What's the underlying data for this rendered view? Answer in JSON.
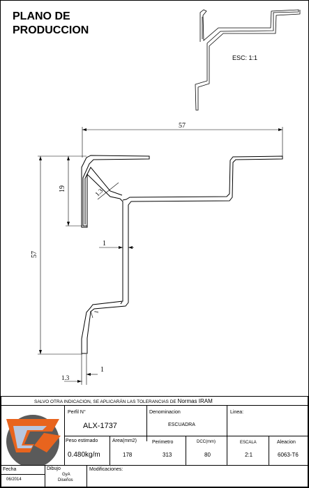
{
  "header": {
    "title_line1": "PLANO DE",
    "title_line2": "PRODUCCION",
    "thumbnail_scale": "ESC: 1:1"
  },
  "dimensions": {
    "overall_width": "57",
    "overall_height": "57",
    "upper_leg": "19",
    "wall_thickness_top": "1.3",
    "web_thickness": "1",
    "lower_thickness": "1",
    "bottom_offset": "1.3",
    "bottom_gap": "1"
  },
  "title_block": {
    "tolerance_notice": "SALVO OTRA INDICACION, SE APLICARÁN LAS TOLERANCIAS DE",
    "tolerance_standard": "Normas IRAM",
    "perfil_label": "Perfil  N°",
    "perfil_value": "ALX-1737",
    "denominacion_label": "Denominacion",
    "denominacion_value": "ESCUADRA",
    "linea_label": "Linea:",
    "linea_value": "",
    "peso_label": "Peso  estimado",
    "peso_value": "0.480kg/m",
    "area_label": "Area(mm2)",
    "area_value": "178",
    "perimetro_label": "Perimetro",
    "perimetro_value": "313",
    "dcc_label": "DCC(mm)",
    "dcc_value": "80",
    "escala_label": "ESCALA",
    "escala_value": "2:1",
    "aleacion_label": "Aleacion",
    "aleacion_value": "6063-T6",
    "fecha_label": "Fecha",
    "fecha_value": "06/2014",
    "dibujo_label": "Dibujo",
    "dibujo_value1": "GyA",
    "dibujo_value2": "Diseños",
    "modificaciones_label": "Modificaciones:"
  },
  "colors": {
    "logo_orange": "#e8641e",
    "logo_gray": "#5a5a5a"
  }
}
